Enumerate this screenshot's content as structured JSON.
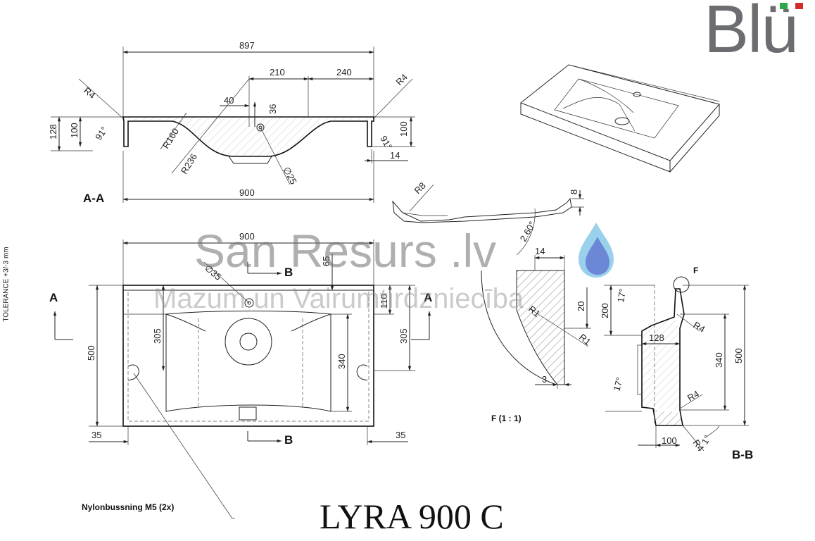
{
  "brand": {
    "name": "Blü",
    "flag_colors": [
      "#2aa84a",
      "#ffffff",
      "#d42a2a"
    ]
  },
  "watermark": {
    "title": "San Resurs .lv",
    "subtitle": "Mazum un Vairumtirdzniecība"
  },
  "model": "LYRA 900 C",
  "tolerance": "TOLERANCE +3/-3 mm",
  "views": {
    "section_aa": "A-A",
    "section_bb": "B-B",
    "detail_f": "F (1 : 1)",
    "detail_f_mark": "F",
    "cut_a": "A",
    "cut_b": "B"
  },
  "note": "Nylonbussning M5 (2x)",
  "dims_aa": {
    "top_width": "897",
    "bottom_width": "900",
    "d210": "210",
    "d240": "240",
    "r4_left": "R4",
    "r4_right": "R4",
    "d40": "40",
    "d36": "36",
    "h128": "128",
    "h100_left": "100",
    "h100_right": "100",
    "a91_left": "91°",
    "a91_right": "91°",
    "r160": "R160",
    "r236": "R236",
    "d25": "∅25",
    "d14": "14"
  },
  "dims_lip": {
    "r8": "R8",
    "d8": "8",
    "a260": "2.60°"
  },
  "dims_plan": {
    "width": "900",
    "d35": "∅35",
    "d65": "65",
    "h110": "110",
    "h305_left": "305",
    "h305_right": "305",
    "h340": "340",
    "h500": "500",
    "d35_left": "35",
    "d35_right": "35"
  },
  "dims_f": {
    "d14": "14",
    "r1_a": "R1",
    "r1_b": "R1",
    "d20": "20",
    "d3": "3"
  },
  "dims_bb": {
    "h200": "200",
    "a17_top": "17°",
    "r4_top": "R4",
    "d128": "128",
    "h340": "340",
    "h500": "500",
    "a17_bottom": "17°",
    "r4_mid": "R4",
    "d100": "100",
    "r4_bottom": "R4",
    "a1": "1°"
  }
}
